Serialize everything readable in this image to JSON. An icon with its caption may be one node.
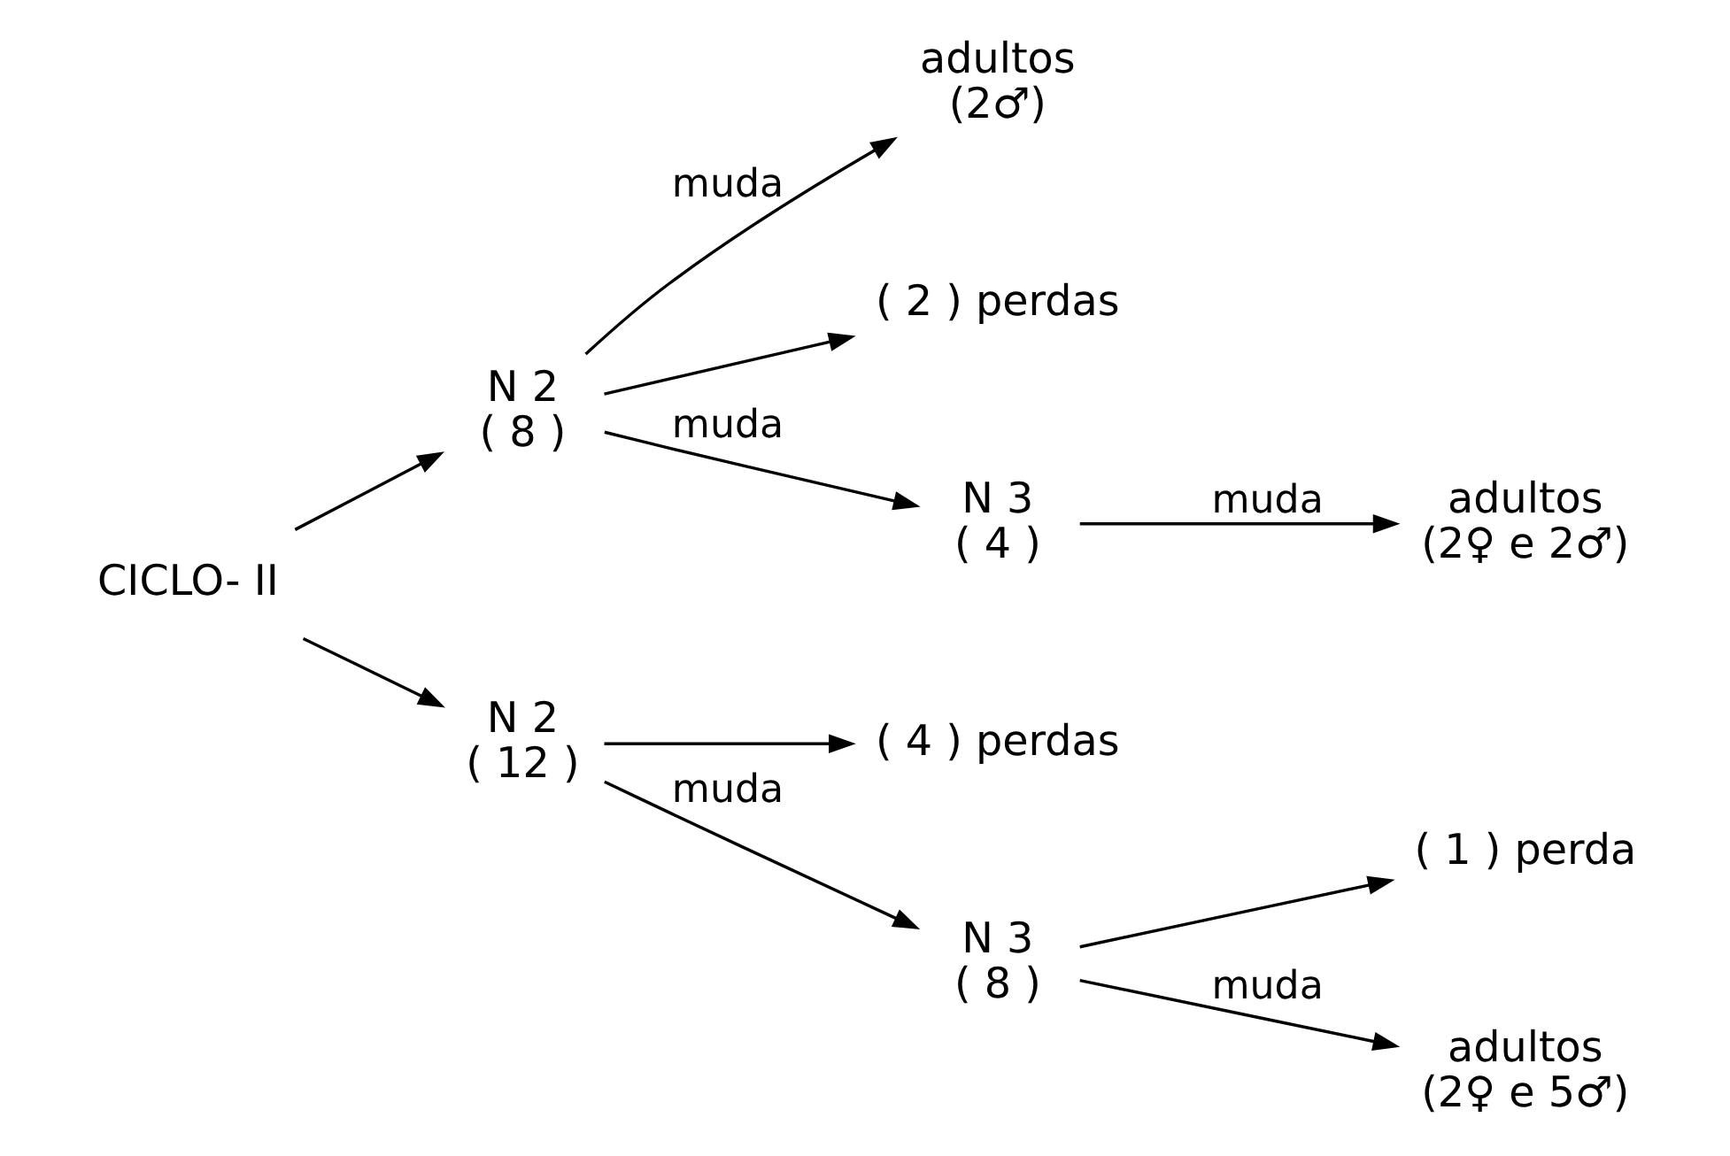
{
  "diagram": {
    "nodes": [
      {
        "text": [
          "CICLO- II"
        ]
      },
      {
        "text": [
          "N 2",
          "( 8 )"
        ]
      },
      {
        "text": [
          "adultos",
          "(2♂)"
        ]
      },
      {
        "text": [
          "( 2 ) perdas"
        ]
      },
      {
        "text": [
          "N 3",
          "( 4 )"
        ]
      },
      {
        "text": [
          "adultos",
          "(2♀ e 2♂)"
        ]
      },
      {
        "text": [
          "N 2",
          "( 12 )"
        ]
      },
      {
        "text": [
          "( 4 ) perdas"
        ]
      },
      {
        "text": [
          "N 3",
          "( 8 )"
        ]
      },
      {
        "text": [
          "( 1 ) perda"
        ]
      },
      {
        "text": [
          "adultos",
          "(2♀ e 5♂)"
        ]
      }
    ],
    "edges": [
      {
        "from": 0,
        "to": 1,
        "arrow": "to"
      },
      {
        "from": 0,
        "to": 6,
        "arrow": "to"
      },
      {
        "from": 1,
        "to": 2,
        "arrow": "to",
        "label": "muda"
      },
      {
        "from": 1,
        "to": 3,
        "arrow": "to"
      },
      {
        "from": 1,
        "to": 4,
        "arrow": "to",
        "label": "muda"
      },
      {
        "from": 4,
        "to": 5,
        "arrow": "to",
        "label": "muda"
      },
      {
        "from": 6,
        "to": 7,
        "arrow": "to"
      },
      {
        "from": 6,
        "to": 8,
        "arrow": "to",
        "label": "muda"
      },
      {
        "from": 8,
        "to": 9,
        "arrow": "to"
      },
      {
        "from": 8,
        "to": 10,
        "arrow": "to",
        "label": "muda"
      }
    ]
  }
}
